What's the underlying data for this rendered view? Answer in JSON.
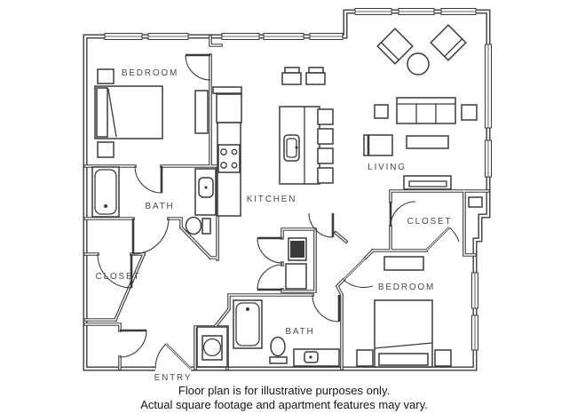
{
  "floor_plan": {
    "rooms": {
      "bedroom_left": {
        "label": "BEDROOM"
      },
      "bath_left": {
        "label": "BATH"
      },
      "closet_left": {
        "label": "CLOSET"
      },
      "entry": {
        "label": "ENTRY"
      },
      "kitchen": {
        "label": "KITCHEN"
      },
      "living": {
        "label": "LIVING"
      },
      "closet_right": {
        "label": "CLOSET"
      },
      "bedroom_right": {
        "label": "BEDROOM"
      },
      "bath_right": {
        "label": "BATH"
      }
    },
    "disclaimer": {
      "line1": "Floor plan is for illustrative purposes only.",
      "line2": "Actual square footage and apartment features may vary."
    },
    "colors": {
      "wall": "#3a3a3a",
      "label": "#4a4a4a",
      "background": "#ffffff"
    },
    "furniture_icons": [
      "bed-icon",
      "nightstand-icon",
      "dresser-icon",
      "bathtub-icon",
      "toilet-icon",
      "vanity-sink-icon",
      "refrigerator-icon",
      "stove-icon",
      "kitchen-island-icon",
      "bar-stool-icon",
      "sofa-icon",
      "armchair-icon",
      "round-table-icon",
      "coffee-table-icon",
      "end-table-icon",
      "tv-console-icon",
      "washer-dryer-icon",
      "water-heater-icon",
      "window-icon"
    ]
  }
}
